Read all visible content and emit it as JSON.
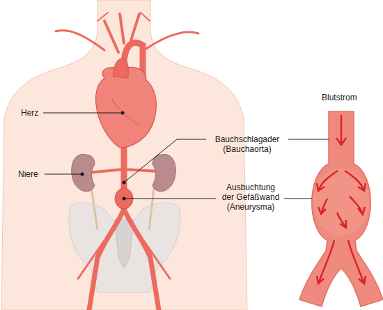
{
  "diagram": {
    "labels": [
      "Herz",
      "Niere",
      "Bauchschlagader (Bauchaorta)",
      "Ausbuchtung der Gefäßwand (Aneurysma)",
      "Blutstrom"
    ]
  }
}
